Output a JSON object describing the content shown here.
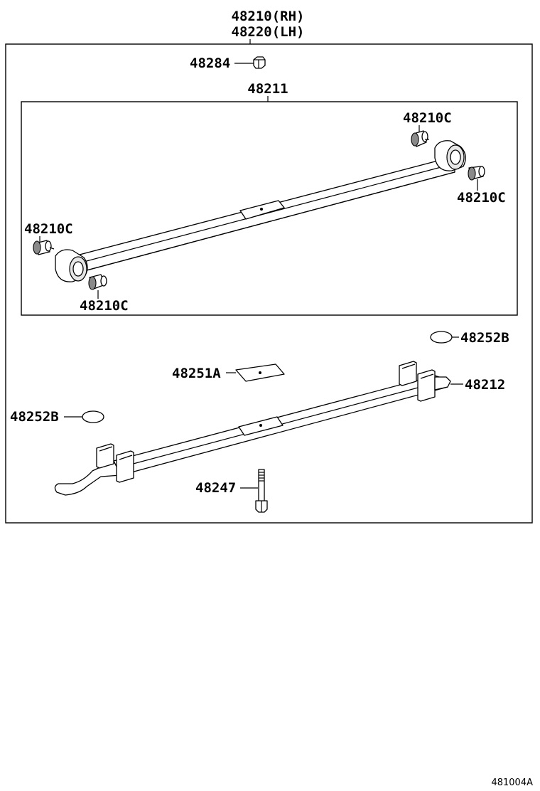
{
  "header": {
    "assembly_rh": "48210(RH)",
    "assembly_lh": "48220(LH)"
  },
  "parts": {
    "nut": "48284",
    "spring_leaf_no1": "48211",
    "bushing": "48210C",
    "silencer": "48252B",
    "leaf_no2": "48212",
    "insert": "48251A",
    "center_bolt": "48247"
  },
  "footer": {
    "diagram_id": "481004A"
  }
}
